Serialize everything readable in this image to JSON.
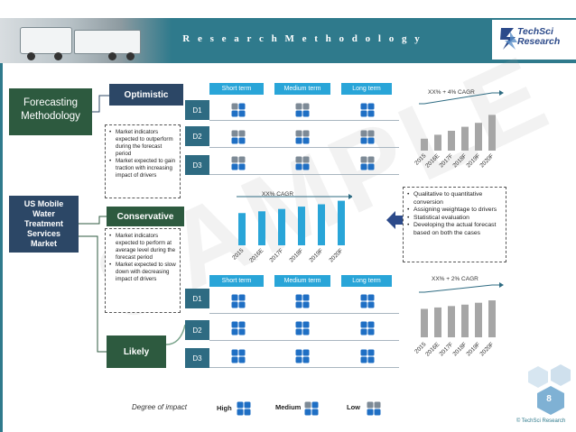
{
  "header": {
    "title": "R e s e a r c h   M e t h o d o l o g y",
    "logo_line1": "TechSci",
    "logo_line2": "Research"
  },
  "watermark": "SAMPLE",
  "left": {
    "forecasting_line1": "Forecasting",
    "forecasting_line2": "Methodology",
    "market_lines": [
      "US Mobile",
      "Water",
      "Treatment",
      "Services",
      "Market"
    ]
  },
  "scenarios": {
    "optimistic": {
      "label": "Optimistic",
      "bullets": [
        "Market indicators expected to outperform during the forecast period",
        "Market expected to gain traction with increasing impact of drivers"
      ]
    },
    "conservative": {
      "label": "Conservative",
      "bullets": [
        "Market indicators expected to perform at average level during the forecast period",
        "Market expected to slow down with decreasing impact of drivers"
      ]
    },
    "likely": {
      "label": "Likely"
    }
  },
  "terms": [
    "Short term",
    "Medium term",
    "Long term"
  ],
  "drivers": [
    "D1",
    "D2",
    "D3"
  ],
  "right_bullets": [
    "Qualitative to quantitative conversion",
    "Assigning weightage to drivers",
    "Statistical evaluation",
    "Developing the actual forecast based on both the cases"
  ],
  "legend": {
    "title": "Degree of impact",
    "high": "High",
    "medium": "Medium",
    "low": "Low"
  },
  "page_number": "8",
  "copyright": "© TechSci Research",
  "chart_data": [
    {
      "type": "bar",
      "title": "XX% + 4% CAGR",
      "categories": [
        "2015",
        "2016E",
        "2017F",
        "2018F",
        "2019F",
        "2020F"
      ],
      "values": [
        3,
        4,
        5,
        6,
        7,
        9
      ],
      "ylim": [
        0,
        10
      ],
      "color": "#a6a6a6"
    },
    {
      "type": "bar",
      "title": "XX% CAGR",
      "categories": [
        "2015",
        "2016E",
        "2017F",
        "2018F",
        "2019F",
        "2020F"
      ],
      "values": [
        5.5,
        5.8,
        6.2,
        6.6,
        7.0,
        7.6
      ],
      "ylim": [
        0,
        8
      ],
      "color": "#29a5d8"
    },
    {
      "type": "bar",
      "title": "XX% + 2% CAGR",
      "categories": [
        "2015",
        "2016E",
        "2017F",
        "2018F",
        "2019F",
        "2020F"
      ],
      "values": [
        6,
        6.3,
        6.6,
        6.9,
        7.3,
        7.8
      ],
      "ylim": [
        0,
        8
      ],
      "color": "#a6a6a6"
    }
  ],
  "colors": {
    "banner": "#2f7a8c",
    "dark_blue": "#2c4766",
    "dark_green": "#2d5a3f",
    "term_blue": "#29a5d8",
    "d_label": "#2e6b82"
  }
}
